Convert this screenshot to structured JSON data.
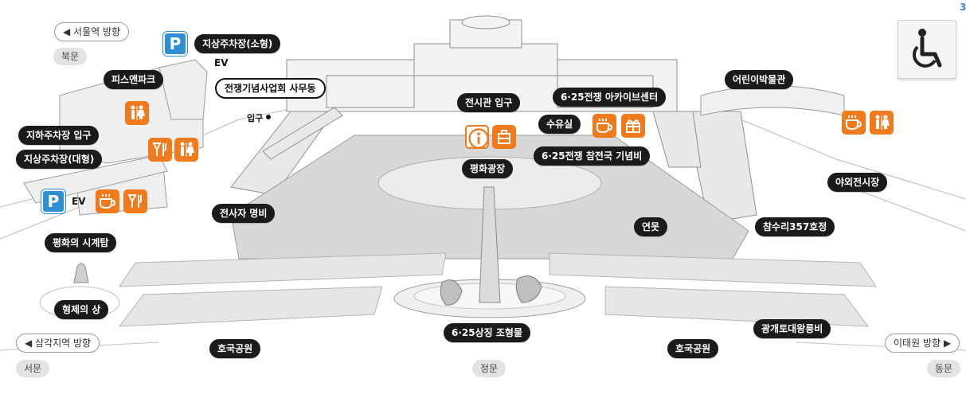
{
  "labels": {
    "parking_small": "지상주차장(소형)",
    "ev_top": "EV",
    "pizza": "피스앤파크",
    "hq_office": "전쟁기념사업회 사무동",
    "entrance_small": "입구",
    "hall_entrance": "전시관 입구",
    "archive": "6·25전쟁 아카이브센터",
    "nursing": "수유실",
    "childrens_museum": "어린이박물관",
    "underground_parking": "지하주차장 입구",
    "parking_large": "지상주차장(대형)",
    "monument": "6·25전쟁 참전국 기념비",
    "peace_plaza": "평화광장",
    "outdoor_exhibit": "야외전시장",
    "ev_left": "EV",
    "fallen_names": "전사자 명비",
    "pond": "연못",
    "chamsuri": "참수리357호정",
    "peace_clock": "평화의 시계탑",
    "brothers_statue": "형제의 상",
    "symbol_sculpture": "6·25상징 조형물",
    "gwanggaeto": "광개토대왕릉비",
    "memorial_park_left": "호국공원",
    "memorial_park_right": "호국공원"
  },
  "nav": {
    "seoul_station": "◀ 서울역 방향",
    "samgakji": "◀ 삼각지역 방향",
    "itaewon": "이태원 방향 ▶"
  },
  "gates": {
    "north": "북문",
    "west": "서문",
    "main": "정문",
    "east": "동문"
  },
  "icons": {
    "parking": "parking-icon",
    "restroom": "restroom-icon",
    "cafe": "cafe-icon",
    "restaurant": "restaurant-icon",
    "info": "info-icon",
    "locker": "locker-icon",
    "gift": "gift-shop-icon",
    "accessibility": "wheelchair-icon"
  },
  "colors": {
    "facility_orange": "#f07a1c",
    "parking_blue": "#2f8fd1",
    "label_dark": "#1b1b1b"
  },
  "corner_mark": "3"
}
